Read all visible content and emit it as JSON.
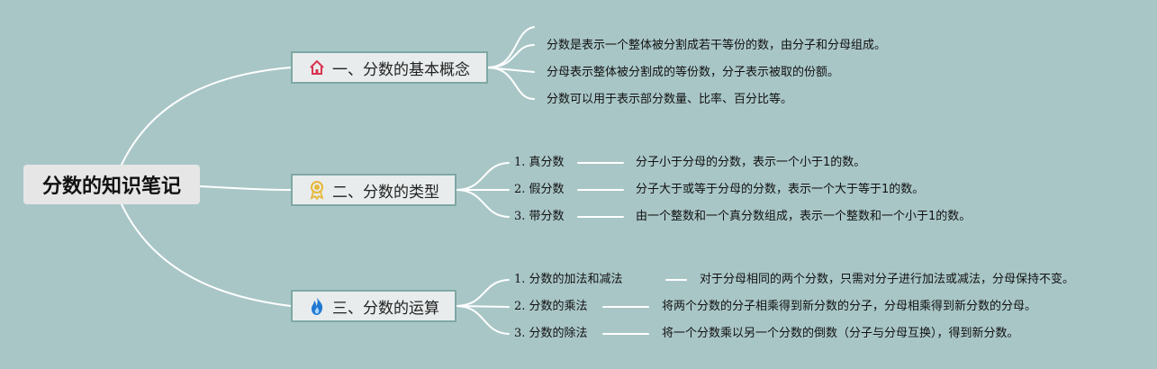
{
  "root": {
    "title": "分数的知识笔记"
  },
  "branches": [
    {
      "title": "一、分数的基本概念",
      "icon": "house-icon",
      "notes": [
        "分数是表示一个整体被分割成若干等份的数，由分子和分母组成。",
        "分母表示整体被分割成的等份数，分子表示被取的份额。",
        "分数可以用于表示部分数量、比率、百分比等。"
      ]
    },
    {
      "title": "二、分数的类型",
      "icon": "award-icon",
      "subs": [
        {
          "label": "1. 真分数",
          "desc": "分子小于分母的分数，表示一个小于1的数。"
        },
        {
          "label": "2. 假分数",
          "desc": "分子大于或等于分母的分数，表示一个大于等于1的数。"
        },
        {
          "label": "3. 带分数",
          "desc": "由一个整数和一个真分数组成，表示一个整数和一个小于1的数。"
        }
      ]
    },
    {
      "title": "三、分数的运算",
      "icon": "fire-icon",
      "subs": [
        {
          "label": "1. 分数的加法和减法",
          "desc": "对于分母相同的两个分数，只需对分子进行加法或减法，分母保持不变。"
        },
        {
          "label": "2. 分数的乘法",
          "desc": "将两个分数的分子相乘得到新分数的分子，分母相乘得到新分数的分母。"
        },
        {
          "label": "3. 分数的除法",
          "desc": "将一个分数乘以另一个分数的倒数（分子与分母互换），得到新分数。"
        }
      ]
    }
  ],
  "colors": {
    "background": "#a9c6c7",
    "connector": "#ffffff",
    "branch_border": "#7fa8a5"
  }
}
